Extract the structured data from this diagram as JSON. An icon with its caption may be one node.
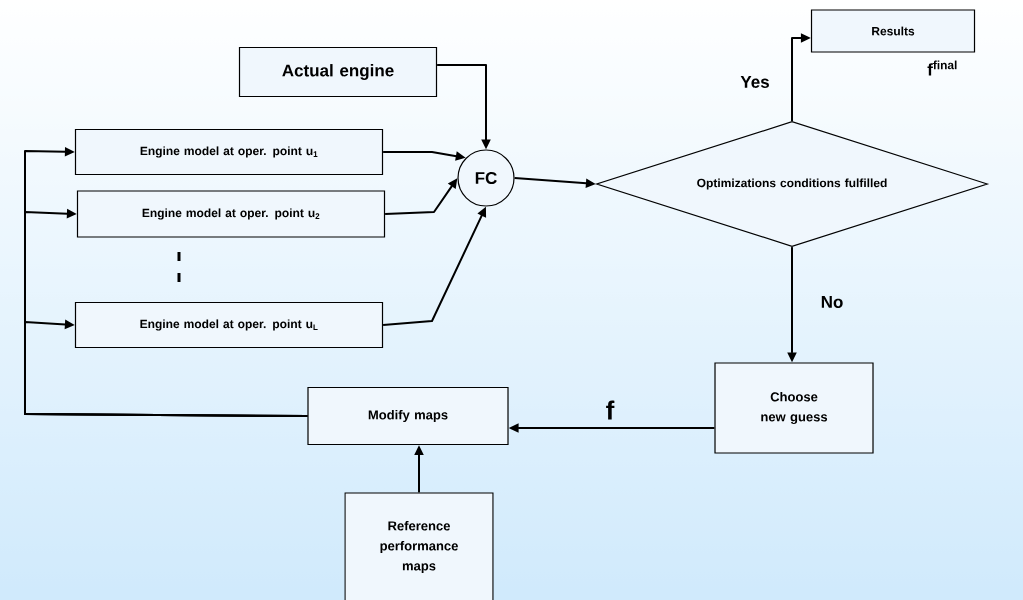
{
  "diagram": {
    "nodes": [
      {
        "text": [
          "Actual engine"
        ]
      },
      {
        "text": [
          "Engine model at oper. point u$_{1}$"
        ]
      },
      {
        "text": [
          "Engine model at oper. point u$_{2}$"
        ]
      },
      {
        "text": [
          "Engine model at oper. point u$_{L}$"
        ]
      },
      {
        "text": [
          "FC"
        ]
      },
      {
        "text": [
          "Optimizations conditions fulfilled"
        ]
      },
      {
        "text": [
          "Results"
        ],
        "beside": [
          "f$^{final}$"
        ]
      },
      {
        "text": [
          "Choose new guess"
        ]
      },
      {
        "text": [
          "Modify maps"
        ]
      },
      {
        "text": [
          "Reference performance maps"
        ]
      }
    ],
    "edges": [
      {
        "from": 0,
        "to": 4,
        "arrow": "to"
      },
      {
        "from": 1,
        "to": 4,
        "arrow": "to"
      },
      {
        "from": 2,
        "to": 4,
        "arrow": "to"
      },
      {
        "from": 3,
        "to": 4,
        "arrow": "to"
      },
      {
        "from": 4,
        "to": 5,
        "arrow": "to"
      },
      {
        "from": 5,
        "to": 6,
        "arrow": "to",
        "label": "Yes"
      },
      {
        "from": 5,
        "to": 7,
        "arrow": "to",
        "label": "No"
      },
      {
        "from": 7,
        "to": 8,
        "arrow": "to",
        "label": "f"
      },
      {
        "from": 9,
        "to": 8,
        "arrow": "to"
      },
      {
        "from": 8,
        "to": 1,
        "arrow": "to"
      },
      {
        "from": 8,
        "to": 2,
        "arrow": "to"
      },
      {
        "from": 8,
        "to": 3,
        "arrow": "to"
      }
    ]
  }
}
